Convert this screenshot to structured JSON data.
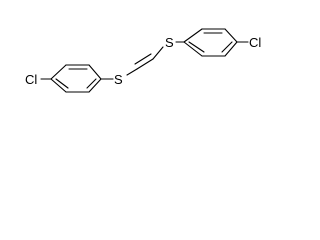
{
  "molecule": {
    "atoms": {
      "cl_right": "Cl",
      "s_right": "S",
      "s_left": "S",
      "cl_left": "Cl"
    }
  },
  "colors": {
    "bond": "#000000",
    "label": "#000000",
    "background": "#ffffff"
  }
}
